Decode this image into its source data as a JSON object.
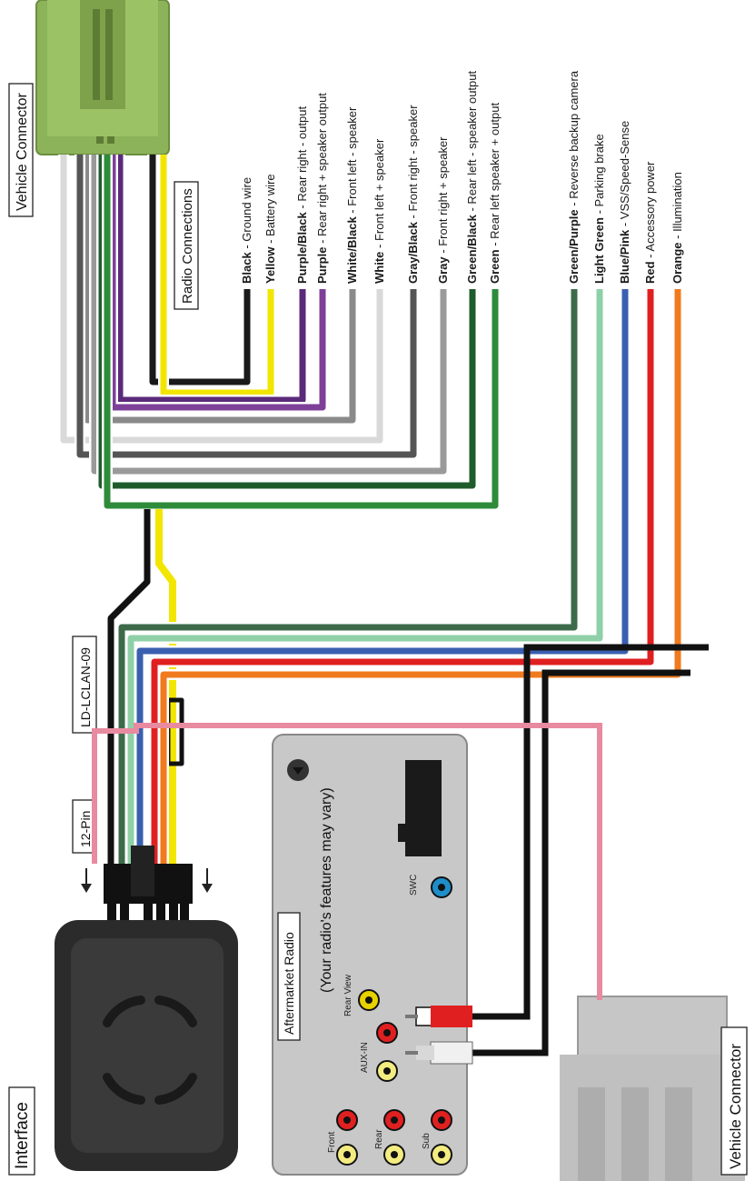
{
  "labels": {
    "vehicle_connector_top": "Vehicle Connector",
    "radio_connections": "Radio Connections",
    "part_number": "LD-LCLAN-09",
    "twelve_pin": "12-Pin",
    "interface": "Interface",
    "aftermarket_radio": "Aftermarket Radio",
    "features_vary": "(Your radio's features may vary)",
    "vehicle_connector_bottom": "Vehicle Connector",
    "swc": "SWC",
    "rear_view": "Rear View",
    "aux_in": "AUX-IN",
    "front": "Front",
    "rear": "Rear",
    "sub": "Sub"
  },
  "radio_wires": [
    {
      "color_name": "Black",
      "desc": " - Ground wire",
      "hex": "#1a1a1a"
    },
    {
      "color_name": "Yellow",
      "desc": " - Battery wire",
      "hex": "#f2e600"
    },
    {
      "color_name": "Purple/Black",
      "desc": " - Rear right - output",
      "hex": "#5b2a7a"
    },
    {
      "color_name": "Purple",
      "desc": " - Rear right + speaker output",
      "hex": "#7d3f98"
    },
    {
      "color_name": "White/Black",
      "desc": " - Front left - speaker",
      "hex": "#8a8a8a"
    },
    {
      "color_name": "White",
      "desc": " - Front left + speaker",
      "hex": "#d9d9d9"
    },
    {
      "color_name": "Gray/Black",
      "desc": " - Front right - speaker",
      "hex": "#555555"
    },
    {
      "color_name": "Gray",
      "desc": " - Front right + speaker",
      "hex": "#9a9a9a"
    },
    {
      "color_name": "Green/Black",
      "desc": " - Rear left - speaker output",
      "hex": "#1f5c2c"
    },
    {
      "color_name": "Green",
      "desc": " - Rear left speaker + output",
      "hex": "#2e8b3a"
    }
  ],
  "interface_wires": [
    {
      "color_name": "Green/Purple",
      "desc": " - Reverse backup camera",
      "hex": "#3d6b4a"
    },
    {
      "color_name": "Light Green",
      "desc": " - Parking brake",
      "hex": "#8fd0a8"
    },
    {
      "color_name": "Blue/Pink",
      "desc": " - VSS/Speed-Sense",
      "hex": "#3a5fb0"
    },
    {
      "color_name": "Red",
      "desc": " - Accessory power",
      "hex": "#e02020"
    },
    {
      "color_name": "Orange",
      "desc": " - Illumination",
      "hex": "#f07a1e"
    }
  ],
  "colors": {
    "connector_green": "#8db35a",
    "interface_body": "#2b2b2b",
    "radio_panel": "#c8c8c8",
    "pink_wire": "#e88aa0"
  }
}
